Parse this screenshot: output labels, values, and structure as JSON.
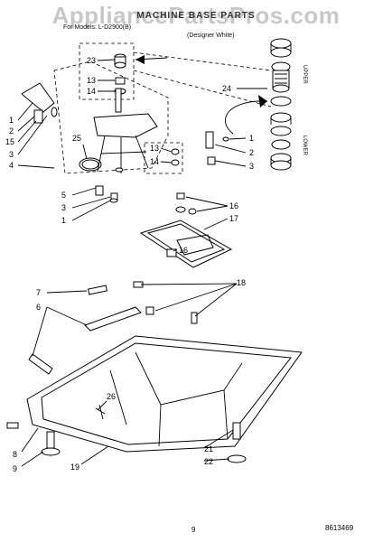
{
  "header": {
    "watermark": "AppliancePartsPros.com",
    "title": "MACHINE BASE PARTS",
    "subtitle_model": "For Models: L-D2900(B)",
    "subtitle_color": "(Designer White)"
  },
  "side_labels": {
    "upper": "UPPER",
    "lower": "LOWER"
  },
  "callouts": {
    "c23": "23",
    "c13a": "13",
    "c14a": "14",
    "c24": "24",
    "c1a": "1",
    "c2a": "2",
    "c15": "15",
    "c3a": "3",
    "c4": "4",
    "c25": "25",
    "c13b": "13",
    "c14b": "14",
    "c1b": "1",
    "c2b": "2",
    "c3b": "3",
    "c5": "5",
    "c3c": "3",
    "c1c": "1",
    "c16a": "16",
    "c17": "17",
    "c16b": "16",
    "c7": "7",
    "c6": "6",
    "c18": "18",
    "c26": "26",
    "c8": "8",
    "c9": "9",
    "c19": "19",
    "c21": "21",
    "c22": "22"
  },
  "footer": {
    "page_number": "9",
    "figure_id": "8613469"
  }
}
